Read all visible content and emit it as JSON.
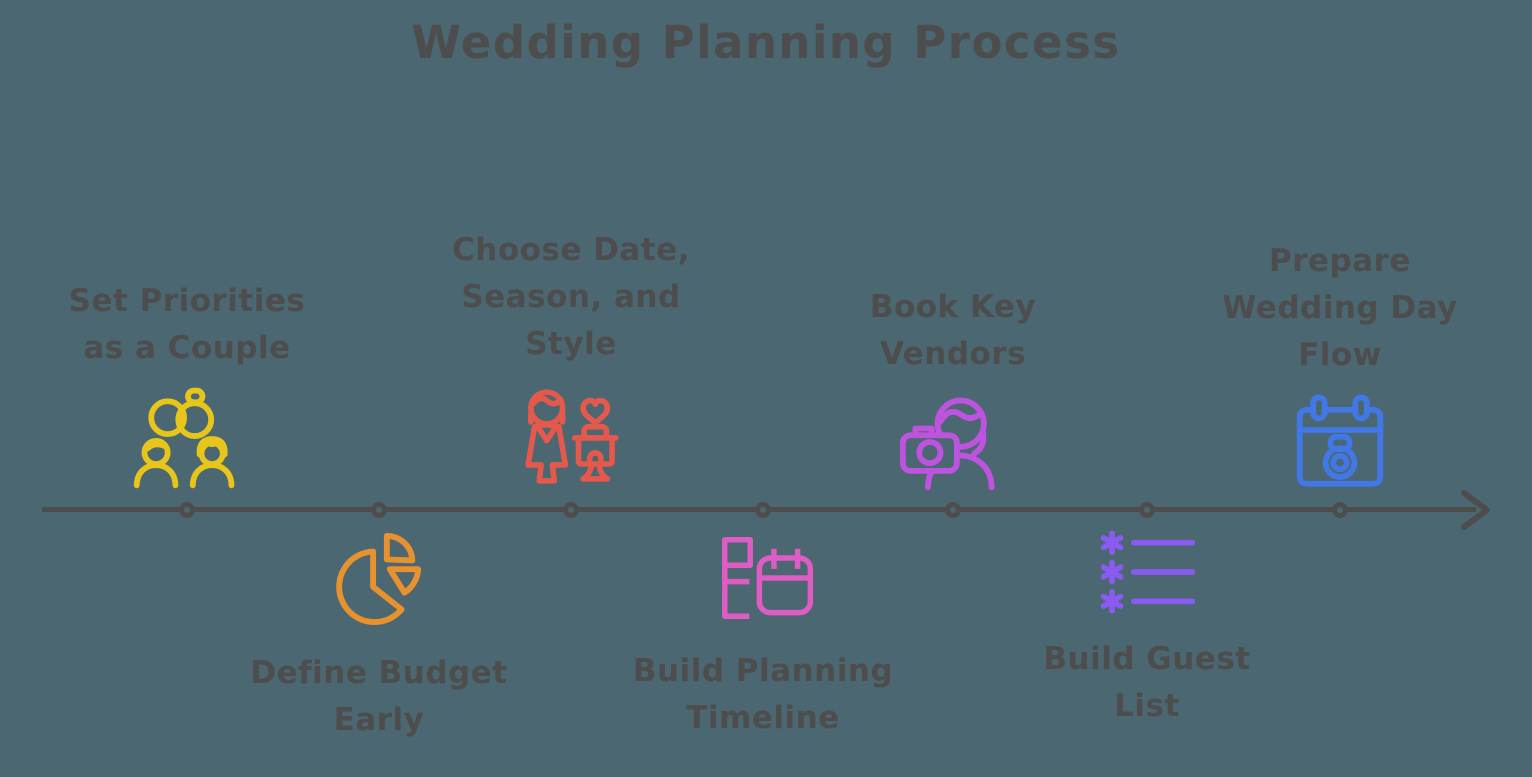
{
  "title": "Wedding Planning Process",
  "colors": {
    "background": "#4B6771",
    "text": "#4D4D4D",
    "timeline": "#4D4D4D"
  },
  "timeline": {
    "orientation": "horizontal",
    "arrow_direction": "right",
    "dot_count": 7
  },
  "milestones": [
    {
      "label": "Set Priorities\nas a Couple",
      "position": "above",
      "icon": "rings-couple-icon",
      "color": "#E7C51B"
    },
    {
      "label": "Define Budget\nEarly",
      "position": "below",
      "icon": "pie-chart-icon",
      "color": "#E8912F"
    },
    {
      "label": "Choose Date,\nSeason, and\nStyle",
      "position": "above",
      "icon": "bride-cake-icon",
      "color": "#E5594D"
    },
    {
      "label": "Build Planning\nTimeline",
      "position": "below",
      "icon": "timeline-calendar-icon",
      "color": "#DE5CC4"
    },
    {
      "label": "Book Key\nVendors",
      "position": "above",
      "icon": "photographer-icon",
      "color": "#BE53E0"
    },
    {
      "label": "Build Guest\nList",
      "position": "below",
      "icon": "guest-list-icon",
      "color": "#8A5BF0"
    },
    {
      "label": "Prepare\nWedding Day\nFlow",
      "position": "above",
      "icon": "wedding-calendar-icon",
      "color": "#4277E6"
    }
  ]
}
